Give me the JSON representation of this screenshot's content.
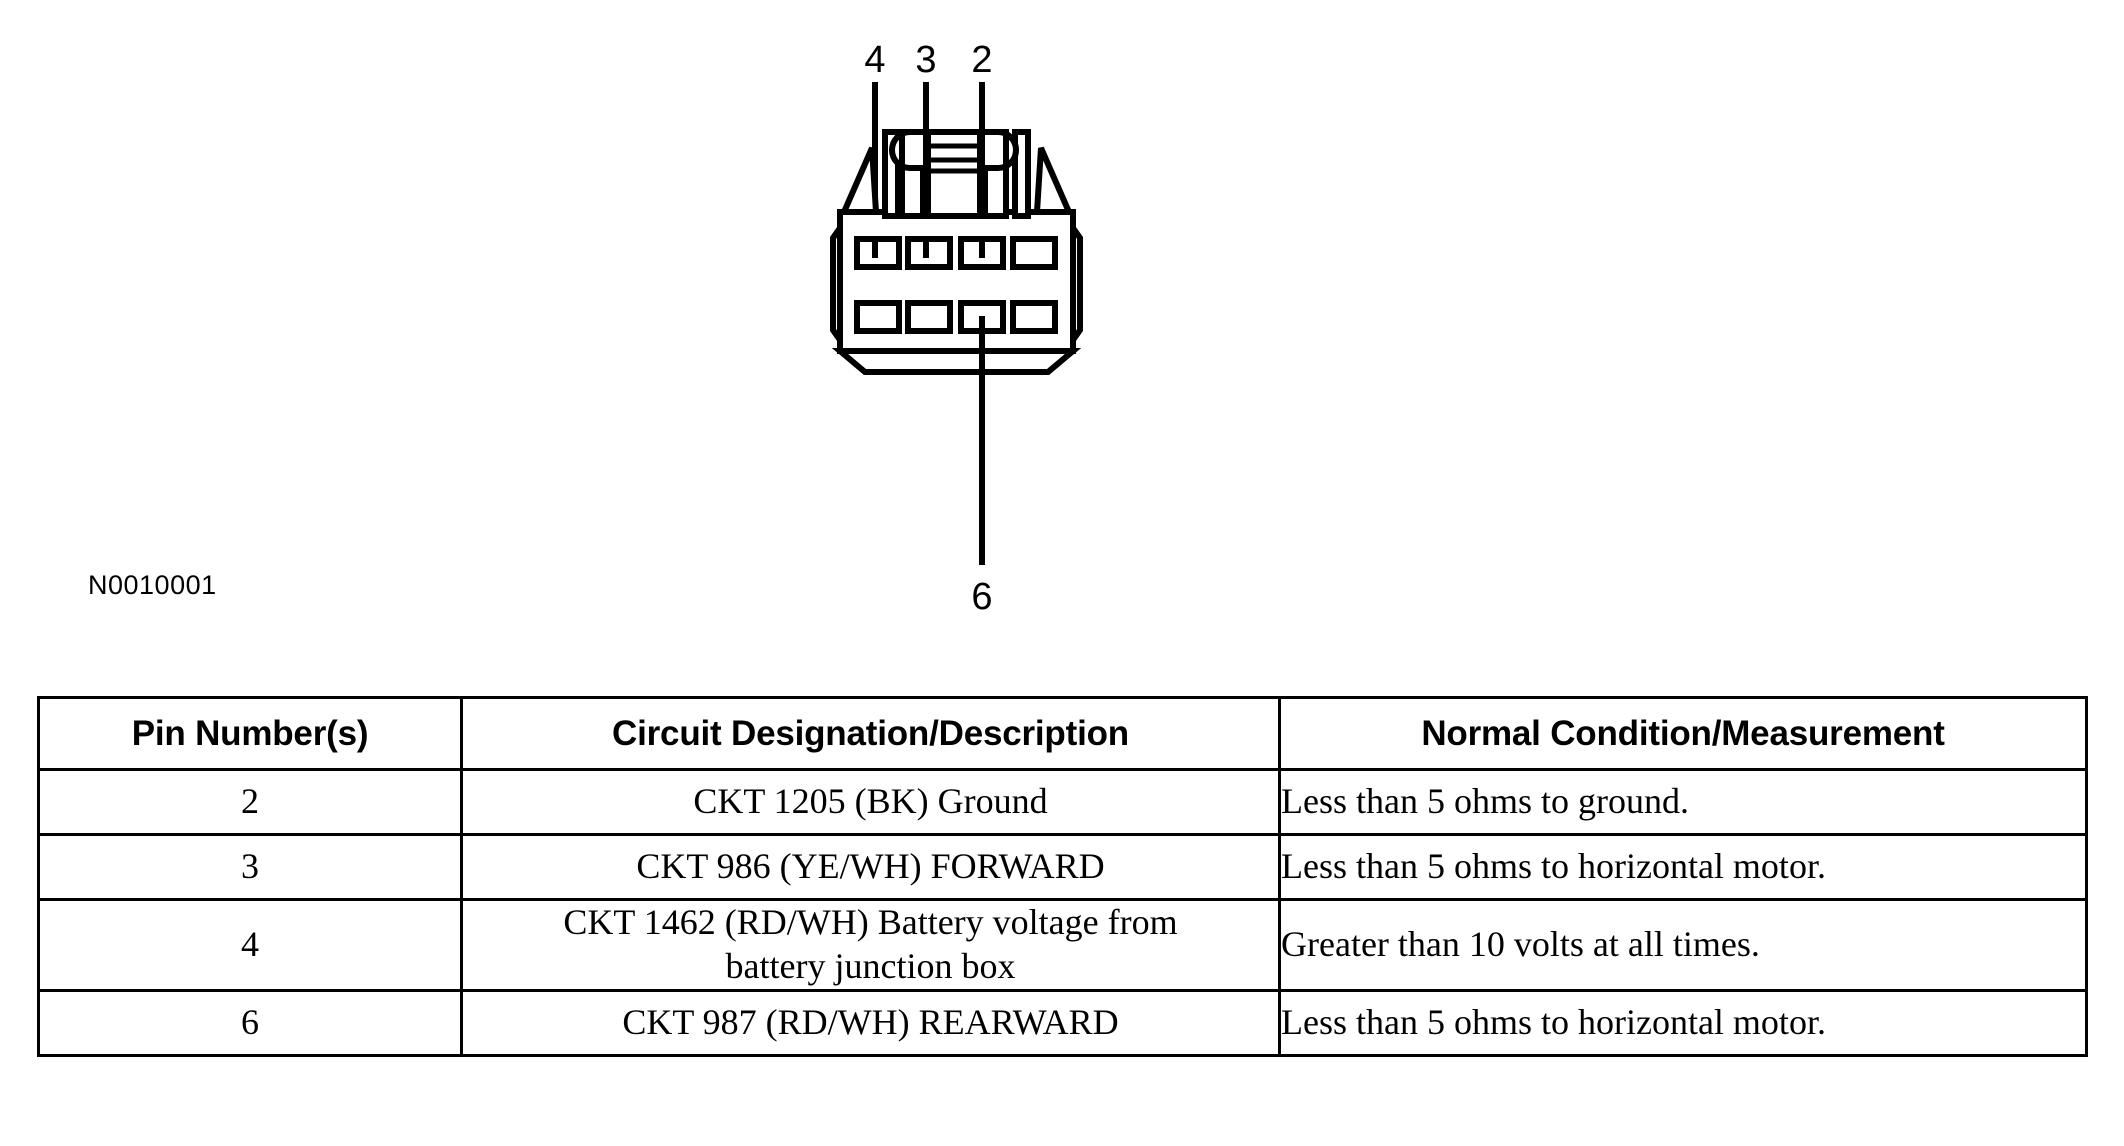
{
  "diagram": {
    "name": "electrical-connector-pinout-diagram",
    "reference_label": "N0010001",
    "connector": {
      "description": "8-cavity rectangular electrical connector, front view, two rows of four cavities",
      "cavity_rows": 2,
      "cavity_columns": 4,
      "line_color": "#000000",
      "fill_color": "#ffffff"
    },
    "callouts": [
      {
        "pin": "4",
        "position": "top",
        "cavity_row": 1,
        "cavity_col": 1
      },
      {
        "pin": "3",
        "position": "top",
        "cavity_row": 1,
        "cavity_col": 2
      },
      {
        "pin": "2",
        "position": "top",
        "cavity_row": 1,
        "cavity_col": 3
      },
      {
        "pin": "6",
        "position": "bottom",
        "cavity_row": 2,
        "cavity_col": 3
      }
    ]
  },
  "table": {
    "headers": [
      "Pin Number(s)",
      "Circuit Designation/Description",
      "Normal Condition/Measurement"
    ],
    "rows": [
      {
        "pin": "2",
        "circuit": "CKT 1205 (BK) Ground",
        "circuit_line2": "",
        "normal": "Less than 5 ohms to ground."
      },
      {
        "pin": "3",
        "circuit": "CKT 986 (YE/WH) FORWARD",
        "circuit_line2": "",
        "normal": "Less than 5 ohms to horizontal motor."
      },
      {
        "pin": "4",
        "circuit": "CKT 1462 (RD/WH) Battery voltage from",
        "circuit_line2": "battery junction box",
        "normal": "Greater than 10 volts at all times."
      },
      {
        "pin": "6",
        "circuit": "CKT 987 (RD/WH) REARWARD",
        "circuit_line2": "",
        "normal": "Less than 5 ohms to horizontal motor."
      }
    ]
  }
}
